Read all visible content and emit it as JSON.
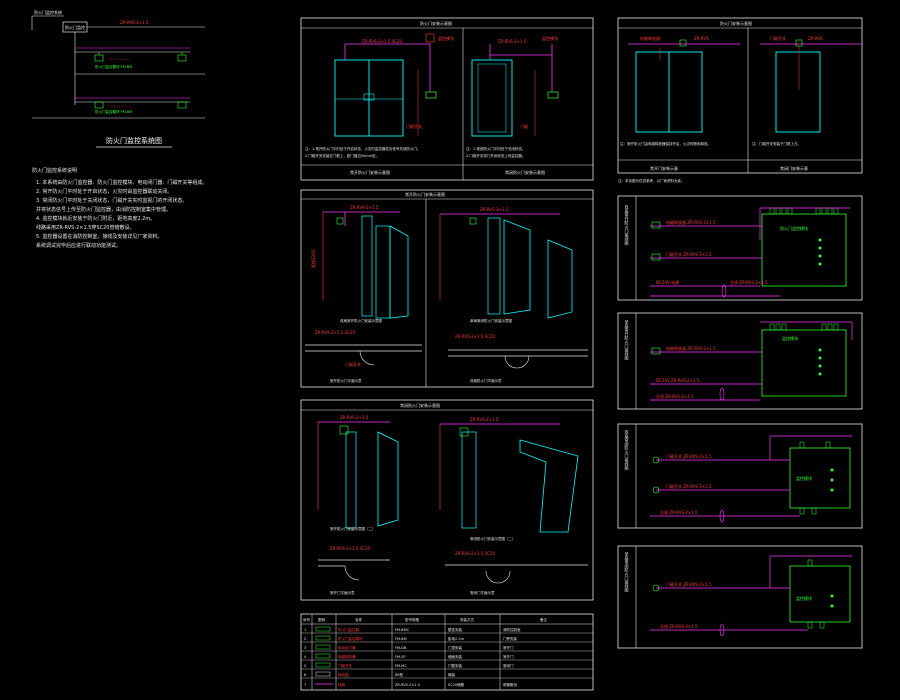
{
  "colors": {
    "background": "#000000",
    "frame": "#e6e6e6",
    "door": "#00ffff",
    "wire": "#ff33ff",
    "label": "#ff3b3b",
    "device": "#33ff33",
    "leader": "#ff4040"
  },
  "system_panel": {
    "title": "防火门监控系统图",
    "top_box": "防火门监控",
    "notes_heading": "防火门监控系统说明",
    "notes": [
      "1. 本系统由防火门监控器、防火门监控模块、电动闭门器、门磁开关等组成。",
      "2. 常开防火门平时处于开启状态，火灾时由监控器联动关闭。",
      "3. 常闭防火门平时处于关闭状态，门磁开关实时监视门的开闭状态。",
      "   并将状态信号上传至防火门监控器，由消防控制室集中管理。",
      "4. 监控模块就近安装于防火门附近，距地高度2.2m。",
      "   线路采用ZR-RVS-2×1.5穿SC20管暗敷设。",
      "5. 监控器设置在消防控制室，接线及安装详见厂家资料。",
      "   系统调试完毕后应进行联动功能测试。"
    ]
  },
  "detail_titles": {
    "double_door_top": "常开防火门安装示意图",
    "single_door_top": "常闭防火门安装示意图",
    "double_door_open": "双扇常开防火门安装示意图",
    "single_door_open": "单扇常闭防火门安装示意图",
    "normally_open_section": "常开防火门安装示意图（二）",
    "normally_closed_section": "常闭防火门安装示意图（二）"
  },
  "wiring_panels": [
    {
      "id": "wiring-1",
      "side_label": "双扇常开防火门接线图"
    },
    {
      "id": "wiring-2",
      "side_label": "单扇常开防火门接线图"
    },
    {
      "id": "wiring-3",
      "side_label": "双扇常闭防火门接线图"
    },
    {
      "id": "wiring-4",
      "side_label": "单扇常闭防火门接线图"
    }
  ],
  "legend_table": {
    "headers": [
      "序号",
      "图例",
      "名称",
      "型号规格",
      "安装方式",
      "备注"
    ],
    "rows": [
      [
        "1",
        "",
        "防火门监控器",
        "FM-BMC",
        "壁挂安装",
        "消防控制室"
      ],
      [
        "2",
        "",
        "防火门监控模块",
        "FM-BM",
        "距地2.2m",
        "门旁安装"
      ],
      [
        "3",
        "",
        "电动闭门器",
        "FM-DB",
        "门顶安装",
        "常开门"
      ],
      [
        "4",
        "",
        "电磁释放器",
        "FM-SF",
        "墙面安装",
        "常开门"
      ],
      [
        "5",
        "",
        "门磁开关",
        "FM-MC",
        "门框安装",
        "常闭门"
      ],
      [
        "6",
        "",
        "接线盒",
        "86型",
        "暗装",
        ""
      ],
      [
        "7",
        "",
        "线路",
        "ZR-RVS-2×1.5",
        "SC20暗敷",
        "穿管敷设"
      ]
    ]
  }
}
